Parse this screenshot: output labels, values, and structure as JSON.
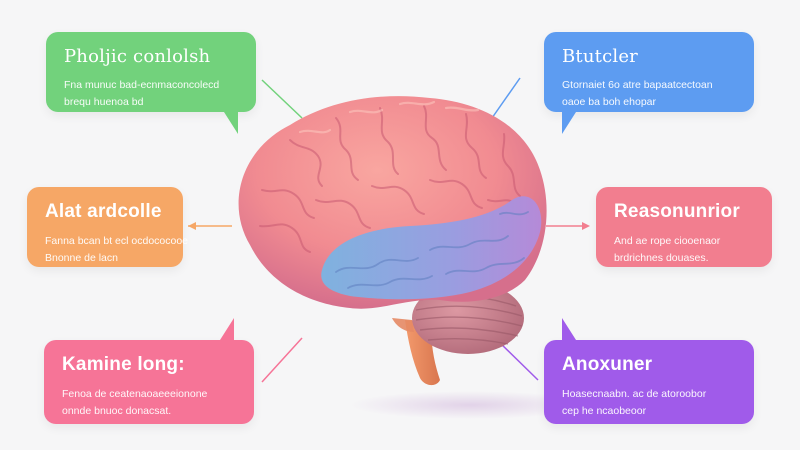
{
  "callouts": {
    "top_left": {
      "title": "Pholjic conlolsh",
      "line1": "Fna munuc bad-ecnmaconcolecd",
      "line2": "brequ huenoa bd",
      "color": "#72d27c"
    },
    "top_right": {
      "title": "Btutcler",
      "line1": "Gtornaiet 6o atre bapaatcectoan",
      "line2": "oaoe ba boh ehopar",
      "color": "#5d9cf1"
    },
    "mid_left": {
      "title": "Alat ardcolle",
      "line1": "Fanna bcan bt ecl ocdococooe",
      "line2": "Bnonne de lacn",
      "color": "#f6a766"
    },
    "mid_right": {
      "title": "Reasonunrior",
      "line1": "And ae rope ciooenaor",
      "line2": "brdrichnes douases.",
      "color": "#f27e8f"
    },
    "bot_left": {
      "title": "Kamine long:",
      "line1": "Fenoa de ceatenaoaeeeionone",
      "line2": "onnde bnuoc donacsat.",
      "color": "#f67497"
    },
    "bot_right": {
      "title": "Anoxuner",
      "line1": "Hoasecnaabn. ac de atoroobor",
      "line2": "cep he ncaobeoor",
      "color": "#a05bea"
    }
  },
  "colors": {
    "cerebrum": "#f4878f",
    "temporal": "#86a8e0",
    "cerebellum": "#c87a88",
    "stem": "#e8855c",
    "background": "#f6f6f7"
  }
}
